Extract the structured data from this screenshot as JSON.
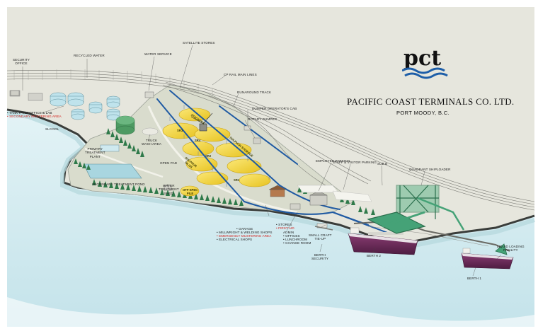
{
  "company": {
    "logo_text": "pct",
    "name": "PACIFIC COAST TERMINALS CO. LTD.",
    "location": "PORT MOODY, B.C."
  },
  "colors": {
    "land": "#e5e5dc",
    "water": "#d4ebef",
    "water_dark": "#a9d3dc",
    "pile_yellow": "#f6da45",
    "conveyor_blue": "#1f5aa3",
    "loader_green": "#45a277",
    "tree_green": "#2f7a4a",
    "ship_hull": "#6e2b5c",
    "emergency_red": "#d3201b",
    "logo_blue": "#1d5ea8"
  },
  "labels": {
    "security_office": "SECURITY\nOFFICE",
    "recycled_water": "RECYCLED WATER",
    "water_service": "WATER SERVICE",
    "satellite_stores": "SATELLITE STORES",
    "cp_rail": "CP RAIL MAIN LINES",
    "runaround_track": "RUNAROUND TRACK",
    "dumper_cab": "DUMPER OPERATOR'S CAB",
    "rotary_dumper": "ROTARY DUMPER",
    "tank_farm": "• TANK FARM OFFICE & LAB",
    "secondary_mustering": "• SECONDARY MUSTERING AREA",
    "slcool": "SLCOOL",
    "primary_treatment": "PRIMARY\nTREATMENT\nPLANT",
    "truck_wash": "TRUCK\nWASH AREA",
    "open_pad": "OPEN PAD",
    "secondary_pond": "SECONDARY TREATMENT POND",
    "water_treatment_shed": "WATER\nTREATMENT\nSHED",
    "employee_parking": "EMPLOYEE PARKING",
    "staff_visitor_parking": "STAFF & VISITOR PARKING",
    "sub_b": "SUB B",
    "quadrant_shiploader": "QUADRANT SHIPLOADER",
    "stores": "• STORES",
    "first_aid": "• FIRST AID",
    "garage": "• GARAGE",
    "millwright": "• MILLWRIGHT & WELDING SHOPS",
    "emergency_mustering": "• EMERGENCY MUSTERING AREA",
    "electrical_shops": "• ELECTRICAL SHOPS",
    "admin": "ADMIN",
    "offices": "• OFFICES",
    "lunchroom": "• LUNCHROOM",
    "change_room": "• CHANGE ROOM",
    "small_craft": "SMALL CRAFT\nTIE-UP",
    "berth_security": "BERTH\nSECURITY",
    "berth2": "BERTH 2",
    "berth1": "BERTH 1",
    "liquid_loading": "LIQUID LOADING\nFACILITY",
    "stackers": "STACKERS",
    "sulphur_storage": "SULPHUR STORAGE",
    "sulphur_silos": "SULPHUR\nSILOS",
    "off_spec": "OFF-SPEC\nPILE",
    "sr3": "SR3",
    "sr2": "SR2",
    "sr1": "SR1",
    "sr4": "SR4"
  }
}
